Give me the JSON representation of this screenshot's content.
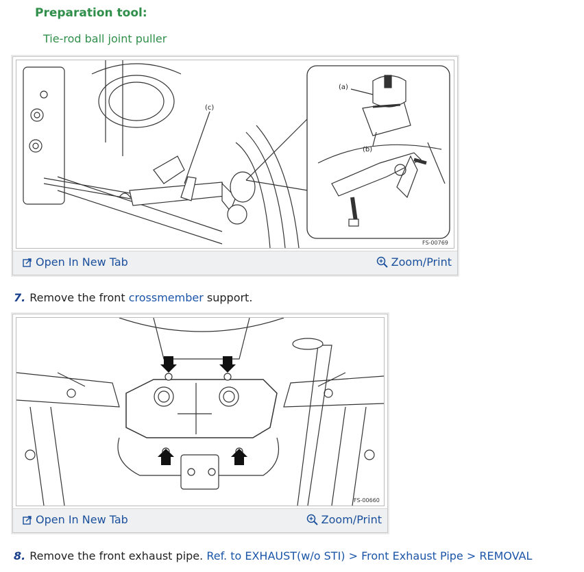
{
  "section": {
    "heading": "Preparation tool:",
    "tool_name": "Tie-rod ball joint puller"
  },
  "figure1": {
    "callouts": [
      "(a)",
      "(b)",
      "(c)"
    ],
    "code": "FS-00769",
    "open_tab_label": "Open In New Tab",
    "zoom_label": "Zoom/Print"
  },
  "step7": {
    "number": "7.",
    "text_before": "Remove the front ",
    "link": "crossmember",
    "text_after": " support."
  },
  "figure2": {
    "code": "FS-00660",
    "open_tab_label": "Open In New Tab",
    "zoom_label": "Zoom/Print"
  },
  "step8": {
    "number": "8.",
    "text": "Remove the front exhaust pipe.",
    "ref_link": "Ref. to EXHAUST(w/o STI) > Front Exhaust Pipe > REMOVAL"
  },
  "icons": {
    "open_tab": "open-in-new-tab-icon",
    "zoom": "zoom-magnifier-icon"
  },
  "colors": {
    "heading_green": "#2f8f4a",
    "link_blue": "#1a55a8",
    "step_number_blue": "#1a3f8a",
    "bar_bg": "#eef0f2"
  }
}
